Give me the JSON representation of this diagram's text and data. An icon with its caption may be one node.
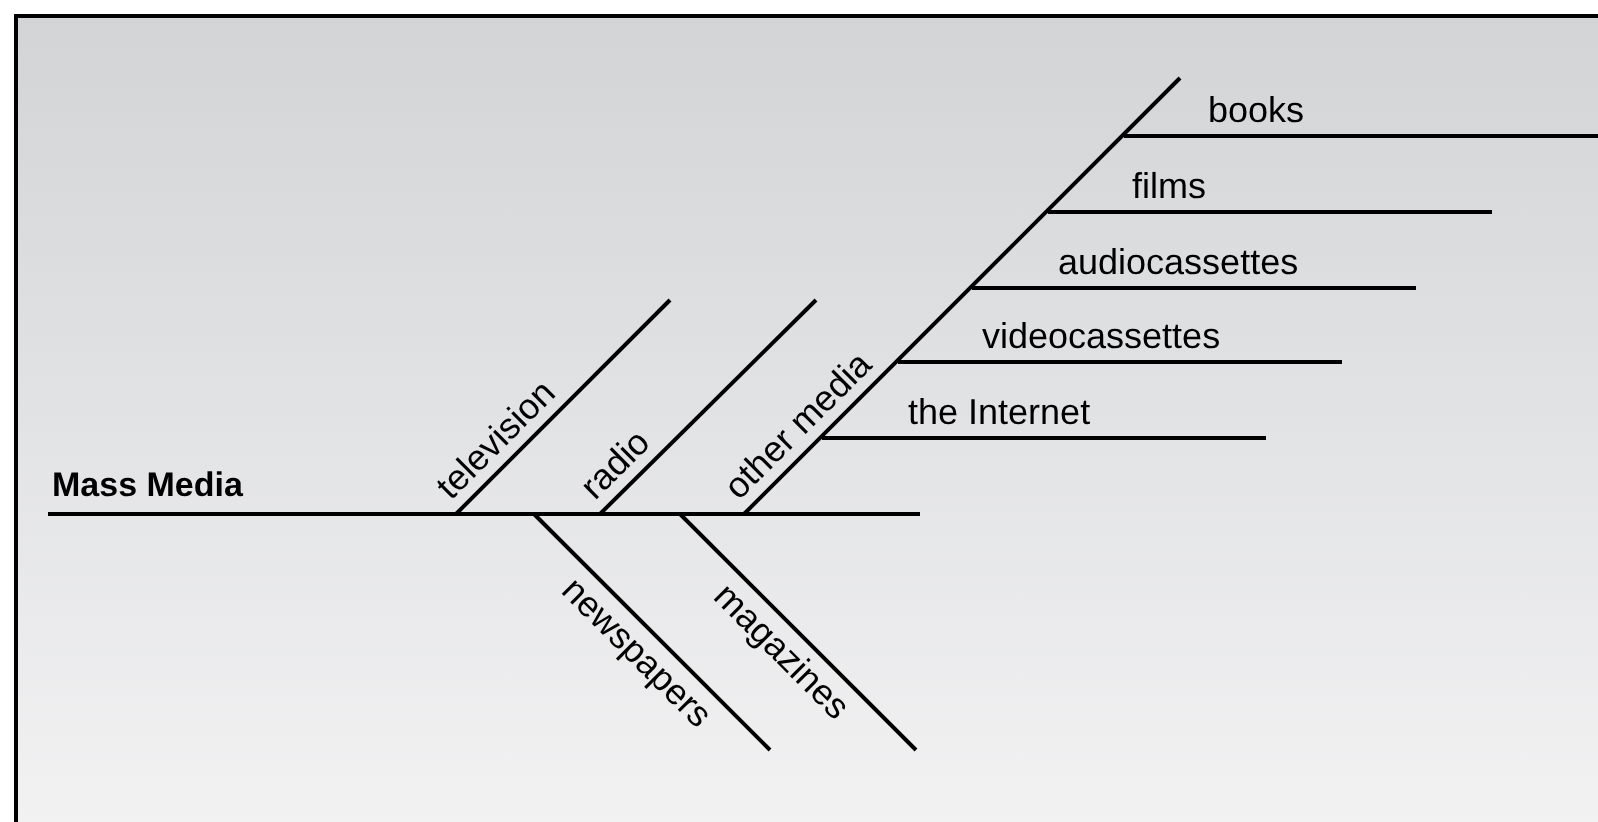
{
  "diagram": {
    "nodes": [
      {
        "text": [
          "Mass Media"
        ]
      },
      {
        "text": [
          "television"
        ]
      },
      {
        "text": [
          "newspapers"
        ]
      },
      {
        "text": [
          "radio"
        ]
      },
      {
        "text": [
          "magazines"
        ]
      },
      {
        "text": [
          "other media"
        ]
      },
      {
        "text": [
          "books"
        ]
      },
      {
        "text": [
          "films"
        ]
      },
      {
        "text": [
          "audiocassettes"
        ]
      },
      {
        "text": [
          "videocassettes"
        ]
      },
      {
        "text": [
          "the Internet"
        ]
      }
    ]
  }
}
